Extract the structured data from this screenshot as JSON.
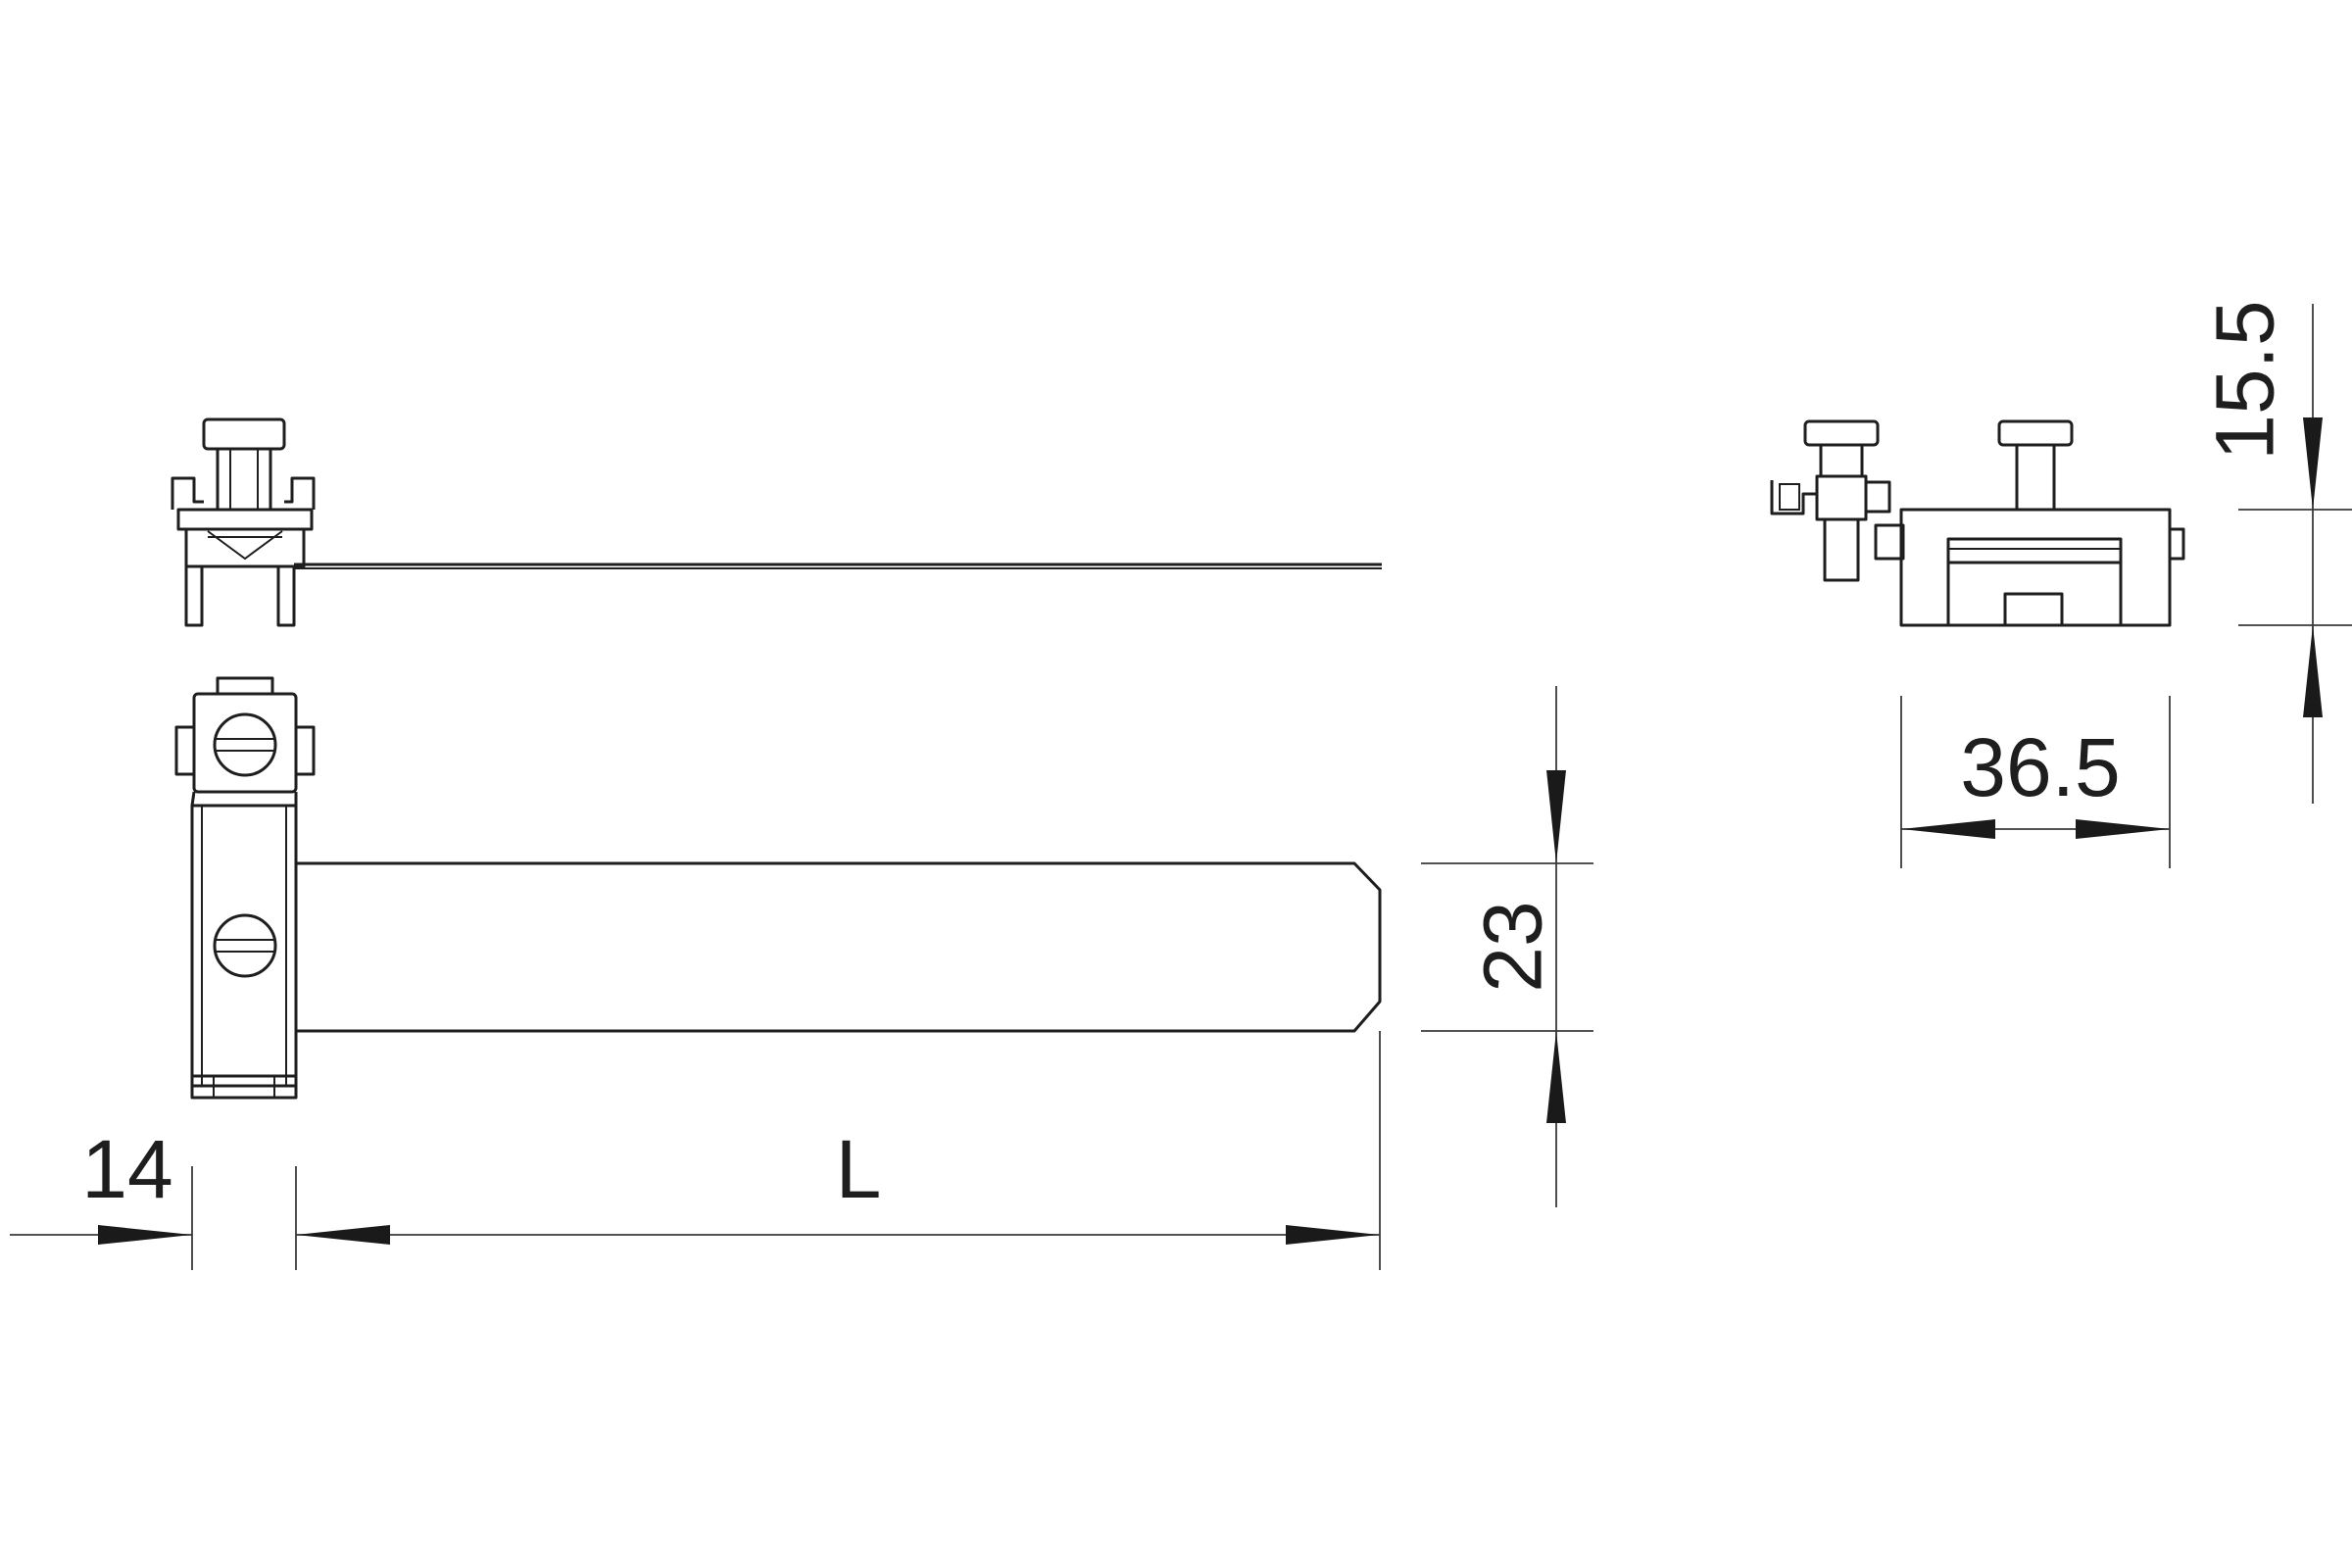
{
  "dimensions": {
    "clamp_width": "14",
    "strap_length": "L",
    "strap_width": "23",
    "end_view_width": "36.5",
    "end_view_height": "15.5"
  }
}
